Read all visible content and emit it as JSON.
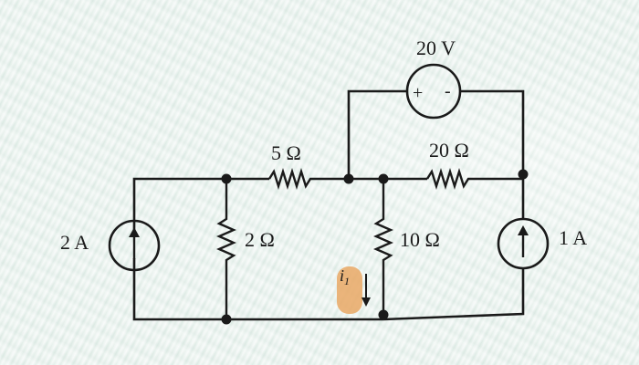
{
  "labels": {
    "voltage_source": "20 V",
    "plus_sign": "+",
    "minus_sign": "-",
    "r5": "5 Ω",
    "r20": "20 Ω",
    "r2": "2 Ω",
    "r10": "10 Ω",
    "current_source_left": "2 A",
    "current_source_right": "1 A",
    "current_symbol": "i",
    "current_subscript": "1"
  },
  "colors": {
    "wire": "#1a1a1a",
    "highlight": "#e9a865",
    "background": "#e8f1ed"
  }
}
